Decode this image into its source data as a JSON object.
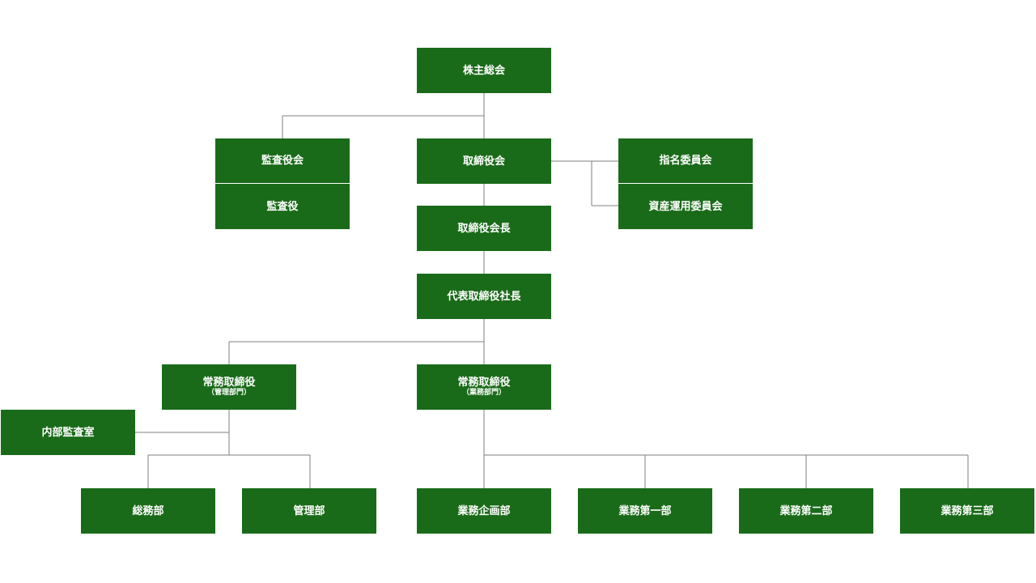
{
  "org_chart": {
    "shareholders_meeting": "株主総会",
    "audit_board": "監査役会",
    "auditor": "監査役",
    "board_of_directors": "取締役会",
    "nomination_committee": "指名委員会",
    "asset_management_committee": "資産運用委員会",
    "chairman": "取締役会長",
    "president": "代表取締役社長",
    "md_admin": {
      "title": "常務取締役",
      "sub": "（管理部門）"
    },
    "md_business": {
      "title": "常務取締役",
      "sub": "（業務部門）"
    },
    "internal_audit_office": "内部監査室",
    "general_affairs": "総務部",
    "administration": "管理部",
    "business_planning": "業務企画部",
    "business_dept_1": "業務第一部",
    "business_dept_2": "業務第二部",
    "business_dept_3": "業務第三部"
  }
}
